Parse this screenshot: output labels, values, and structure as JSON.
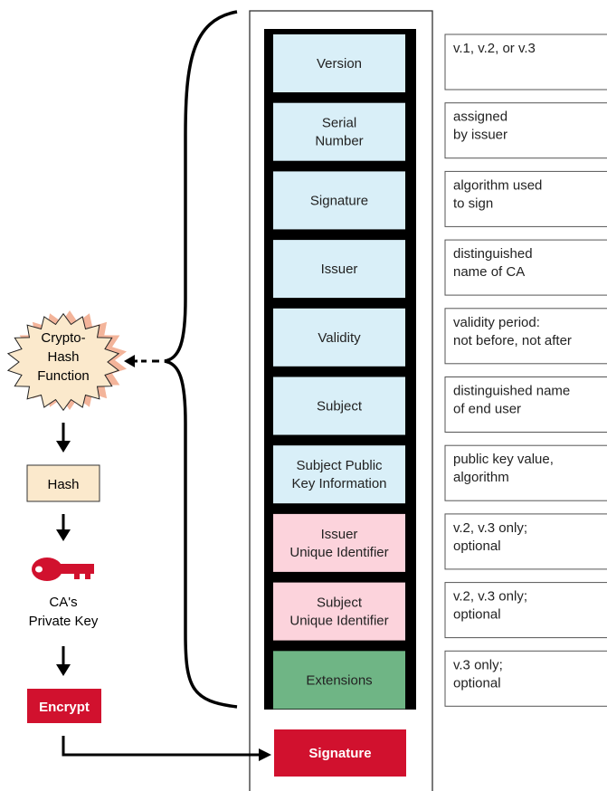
{
  "left_flow": {
    "hash_function_label": [
      "Crypto-",
      "Hash",
      "Function"
    ],
    "hash_label": "Hash",
    "key_label": [
      "CA's",
      "Private Key"
    ],
    "encrypt_label": "Encrypt"
  },
  "certificate_fields": [
    {
      "label": [
        "Version"
      ],
      "description": [
        "v.1, v.2, or v.3"
      ],
      "color": "#d9eff8"
    },
    {
      "label": [
        "Serial",
        "Number"
      ],
      "description": [
        "assigned",
        "by issuer"
      ],
      "color": "#d9eff8"
    },
    {
      "label": [
        "Signature"
      ],
      "description": [
        "algorithm used",
        "to sign"
      ],
      "color": "#d9eff8"
    },
    {
      "label": [
        "Issuer"
      ],
      "description": [
        "distinguished",
        "name of CA"
      ],
      "color": "#d9eff8"
    },
    {
      "label": [
        "Validity"
      ],
      "description": [
        "validity period:",
        "not before, not after"
      ],
      "color": "#d9eff8"
    },
    {
      "label": [
        "Subject"
      ],
      "description": [
        "distinguished name",
        "of end user"
      ],
      "color": "#d9eff8"
    },
    {
      "label": [
        "Subject Public",
        "Key Information"
      ],
      "description": [
        "public key value,",
        "algorithm"
      ],
      "color": "#d9eff8"
    },
    {
      "label": [
        "Issuer",
        "Unique Identifier"
      ],
      "description": [
        "v.2, v.3 only;",
        "optional"
      ],
      "color": "#fcd3dc"
    },
    {
      "label": [
        "Subject",
        "Unique Identifier"
      ],
      "description": [
        "v.2, v.3 only;",
        "optional"
      ],
      "color": "#fcd3dc"
    },
    {
      "label": [
        "Extensions"
      ],
      "description": [
        "v.3 only;",
        "optional"
      ],
      "color": "#6fb585"
    }
  ],
  "signature_label": "Signature",
  "colors": {
    "frame": "#000000",
    "red": "#d1112e",
    "hash_box": "#fbe9cc",
    "star": "#fbe9cc",
    "star_shadow": "#f3b49a"
  }
}
